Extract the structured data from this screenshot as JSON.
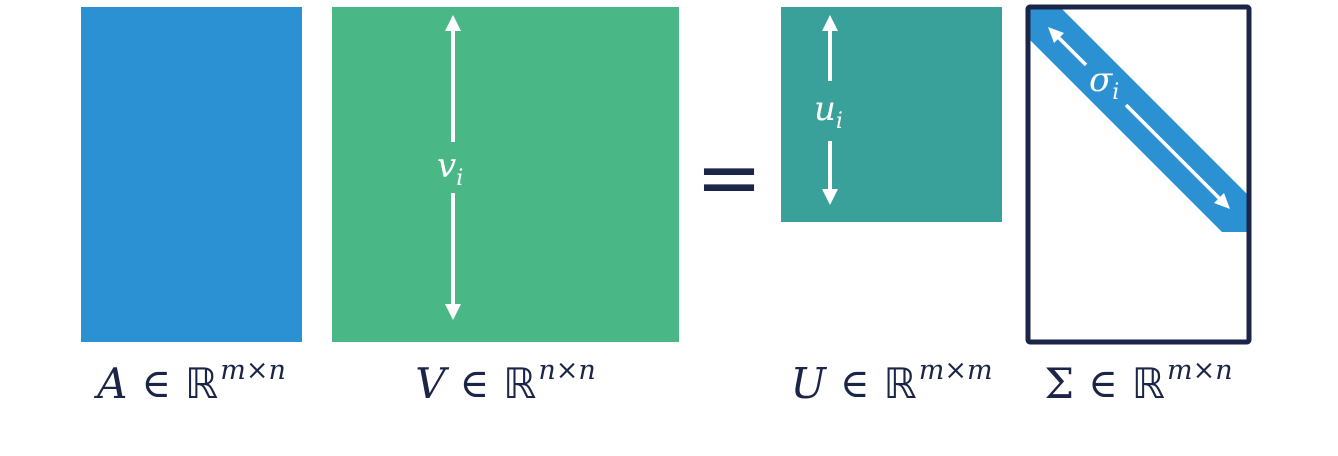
{
  "colors": {
    "matrix_A": "#2b91d3",
    "matrix_V": "#49b886",
    "matrix_U": "#39a19a",
    "sigma_band": "#2b91d3",
    "sigma_border": "#1a2548",
    "arrow": "#ffffff",
    "text": "#1a2548",
    "background": "#ffffff"
  },
  "equals_sign": "=",
  "inner_labels": {
    "v": {
      "symbol": "v",
      "subscript": "i"
    },
    "u": {
      "symbol": "u",
      "subscript": "i"
    },
    "sigma": {
      "symbol": "σ",
      "subscript": "i"
    }
  },
  "captions": {
    "A": {
      "symbol": "A",
      "member": "∈",
      "set": "ℝ",
      "dims": "m×n"
    },
    "V": {
      "symbol": "V",
      "member": "∈",
      "set": "ℝ",
      "dims": "n×n"
    },
    "U": {
      "symbol": "U",
      "member": "∈",
      "set": "ℝ",
      "dims": "m×m"
    },
    "Sigma": {
      "symbol": "Σ",
      "member": "∈",
      "set": "ℝ",
      "dims": "m×n"
    }
  }
}
